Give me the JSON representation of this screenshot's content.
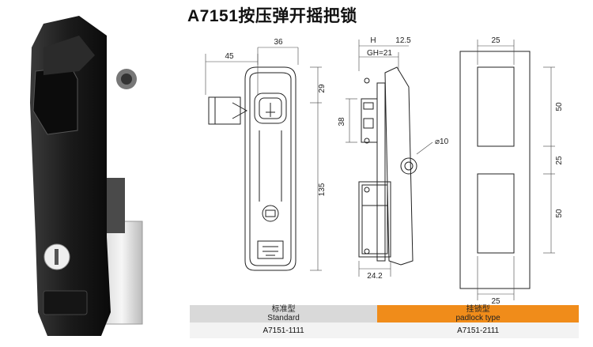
{
  "title": "A7151按压弹开摇把锁",
  "dimensions": {
    "front_width": "36",
    "front_offset": "45",
    "front_right_upper": "29",
    "front_height": "135",
    "side_h": "H",
    "side_12_5": "12.5",
    "side_gh": "GH=21",
    "side_38": "38",
    "side_diam": "10",
    "side_bottom": "24.2",
    "pad_width_top": "25",
    "pad_50_upper": "50",
    "pad_25_mid": "25",
    "pad_50_lower": "50",
    "pad_width_bottom": "25"
  },
  "table": {
    "col1_header_cn": "标准型",
    "col1_header_en": "Standard",
    "col2_header_cn": "挂锁型",
    "col2_header_en": "padlock type",
    "col1_code": "A7151-1111",
    "col2_code": "A7151-2111"
  },
  "colors": {
    "accent_orange": "#f08c1a",
    "header_gray": "#d9d9d9"
  }
}
